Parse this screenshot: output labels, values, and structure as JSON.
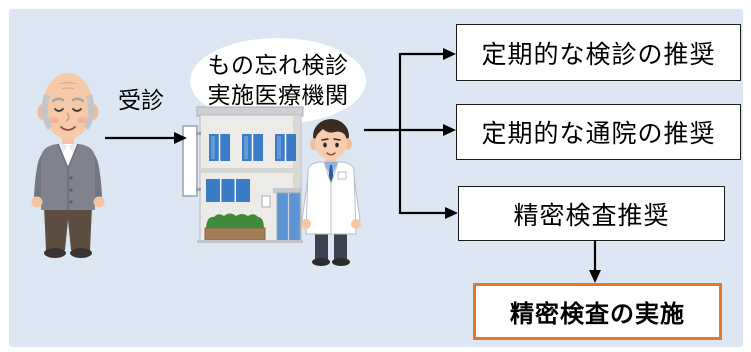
{
  "diagram": {
    "visit_label": "受診",
    "facility_label": {
      "line1": "もの忘れ検診",
      "line2": "実施医療機関"
    },
    "recommendations": [
      "定期的な検診の推奨",
      "定期的な通院の推奨",
      "精密検査推奨"
    ],
    "final_step": "精密検査の実施"
  },
  "illustrations": {
    "patient": "elderly-man-icon",
    "facility": "clinic-building-icon",
    "doctor": "doctor-icon"
  },
  "colors": {
    "panel_background": "#dde7f3",
    "facility_label_background": "#ffffff",
    "box_fill": "#ffffff",
    "box_border": "#1a1a1a",
    "final_box_border": "#e5772a",
    "connector": "#000000"
  }
}
